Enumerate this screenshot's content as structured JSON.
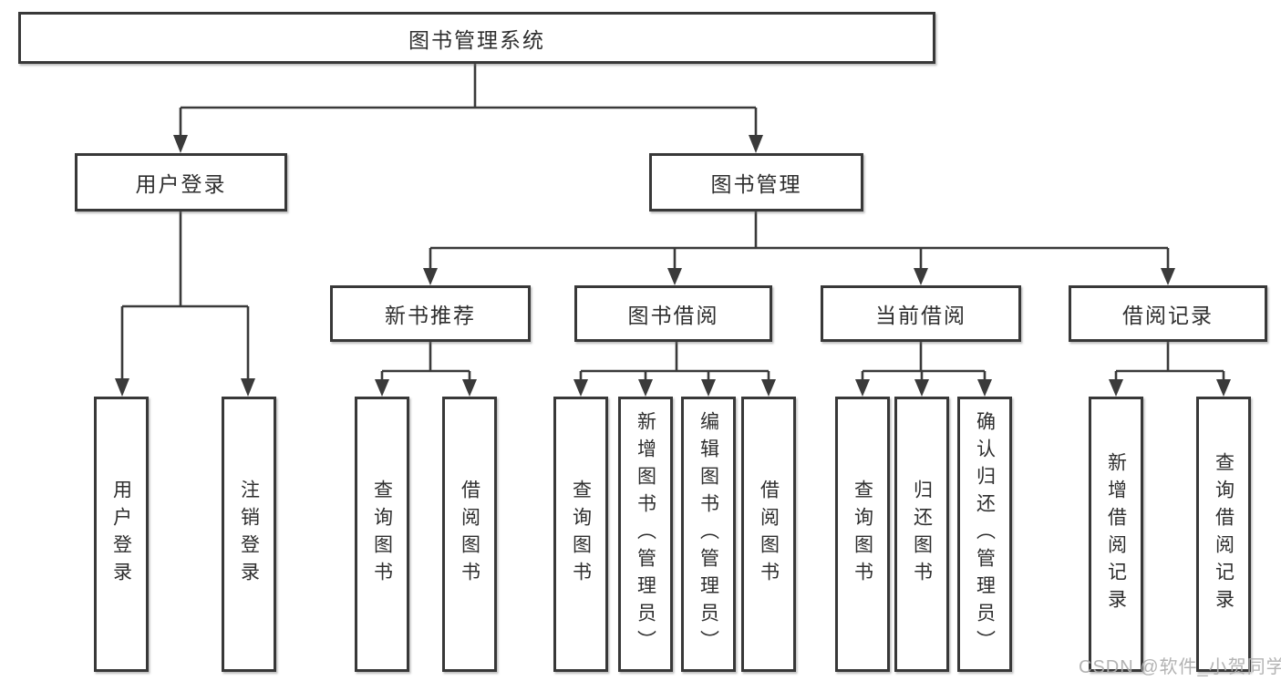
{
  "colors": {
    "background": "#ffffff",
    "line": "#3a3a3a",
    "box_border": "#383838",
    "text": "#2e2e2e",
    "watermark": "#acacac"
  },
  "diagram": {
    "type": "hierarchy-flowchart",
    "root": {
      "label": "图书管理系统"
    },
    "level2": [
      {
        "id": "user-login",
        "label": "用户登录",
        "parent": "图书管理系统"
      },
      {
        "id": "book-management",
        "label": "图书管理",
        "parent": "图书管理系统"
      }
    ],
    "level3": [
      {
        "id": "new-book-recommend",
        "label": "新书推荐",
        "parent": "图书管理"
      },
      {
        "id": "book-borrowing",
        "label": "图书借阅",
        "parent": "图书管理"
      },
      {
        "id": "current-borrowing",
        "label": "当前借阅",
        "parent": "图书管理"
      },
      {
        "id": "borrowing-records",
        "label": "借阅记录",
        "parent": "图书管理"
      }
    ],
    "leaves": [
      {
        "id": "leaf-user-login",
        "label": "用户登录",
        "parent": "用户登录"
      },
      {
        "id": "leaf-logout",
        "label": "注销登录",
        "parent": "用户登录"
      },
      {
        "id": "leaf-query-books-recommend",
        "label": "查询图书",
        "parent": "新书推荐"
      },
      {
        "id": "leaf-borrow-books-recommend",
        "label": "借阅图书",
        "parent": "新书推荐"
      },
      {
        "id": "leaf-query-books-borrowing",
        "label": "查询图书",
        "parent": "图书借阅"
      },
      {
        "id": "leaf-add-books-admin",
        "label": "新增图书（管理员）",
        "parent": "图书借阅"
      },
      {
        "id": "leaf-edit-books-admin",
        "label": "编辑图书（管理员）",
        "parent": "图书借阅"
      },
      {
        "id": "leaf-borrow-books-borrowing",
        "label": "借阅图书",
        "parent": "图书借阅"
      },
      {
        "id": "leaf-query-books-current",
        "label": "查询图书",
        "parent": "当前借阅"
      },
      {
        "id": "leaf-return-books",
        "label": "归还图书",
        "parent": "当前借阅"
      },
      {
        "id": "leaf-confirm-return-admin",
        "label": "确认归还（管理员）",
        "parent": "当前借阅"
      },
      {
        "id": "leaf-add-borrow-record",
        "label": "新增借阅记录",
        "parent": "借阅记录"
      },
      {
        "id": "leaf-query-borrow-record",
        "label": "查询借阅记录",
        "parent": "借阅记录"
      }
    ]
  },
  "watermark": {
    "text": "CSDN @软件_小贺同学"
  }
}
